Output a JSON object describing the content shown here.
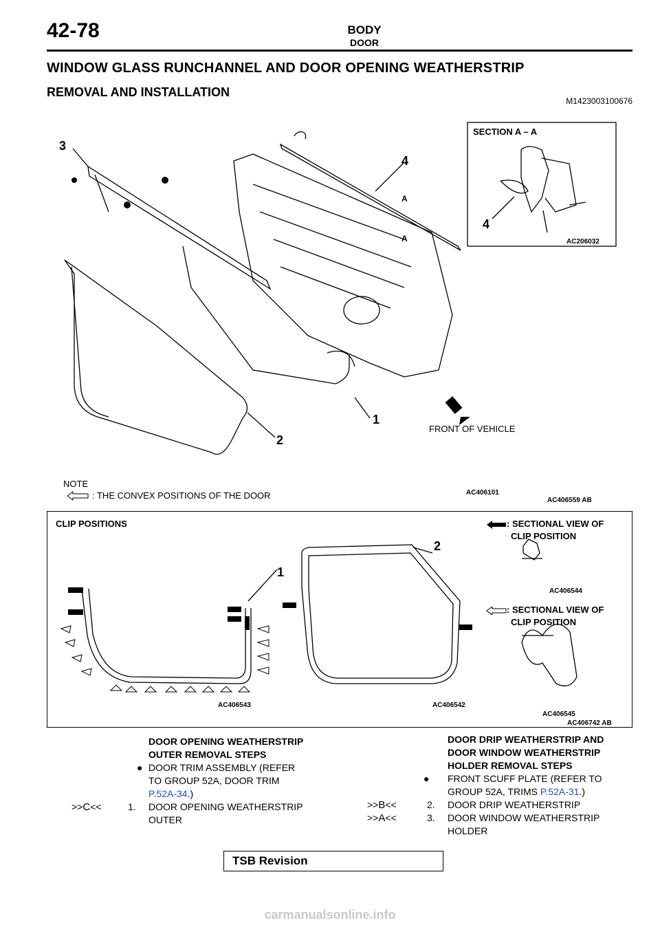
{
  "header": {
    "page_number": "42-78",
    "group": "BODY",
    "section": "DOOR"
  },
  "title": "WINDOW GLASS RUNCHANNEL AND DOOR OPENING WEATHERSTRIP",
  "subtitle": "REMOVAL AND INSTALLATION",
  "doc_id": "M1423003100676",
  "figure1": {
    "callouts": [
      "3",
      "4",
      "1",
      "2"
    ],
    "section_label": "SECTION A – A",
    "section_callout": "4",
    "section_code": "AC206032",
    "a_marks": [
      "A",
      "A"
    ],
    "front_label": "FRONT OF VEHICLE",
    "note_title": "NOTE",
    "note_text": ": THE CONVEX POSITIONS OF THE DOOR",
    "code_left": "AC406101",
    "code_right": "AC406559",
    "code_right_suffix": "AB"
  },
  "figure2": {
    "title": "CLIP POSITIONS",
    "legend1": ": SECTIONAL VIEW OF",
    "legend1b": "CLIP POSITION",
    "legend2": ": SECTIONAL VIEW OF",
    "legend2b": "CLIP POSITION",
    "code_clip1": "AC406544",
    "code_clip2": "AC406545",
    "code_left": "AC406543",
    "code_mid": "AC406542",
    "code_main": "AC406742",
    "code_main_suffix": "AB",
    "callout1": "1",
    "callout2": "2"
  },
  "left_steps": {
    "heading_line1": "DOOR OPENING WEATHERSTRIP",
    "heading_line2": "OUTER REMOVAL STEPS",
    "bullet_line1": "DOOR TRIM ASSEMBLY (REFER",
    "bullet_line2": "TO GROUP 52A, DOOR TRIM",
    "bullet_link": "P.52A-34",
    "bullet_tail": ".)",
    "step_marker_pre": ">>",
    "step_marker_letter": "C",
    "step_marker_post": "<<",
    "step_num": "1.",
    "step_line1": "DOOR OPENING WEATHERSTRIP",
    "step_line2": "OUTER"
  },
  "right_steps": {
    "heading_line1": "DOOR DRIP WEATHERSTRIP AND",
    "heading_line2": "DOOR WINDOW WEATHERSTRIP",
    "heading_line3": "HOLDER REMOVAL STEPS",
    "bullet_line1": "FRONT SCUFF PLATE (REFER TO",
    "bullet_line2_pre": "GROUP 52A, TRIMS ",
    "bullet_link": "P.52A-31",
    "bullet_tail": ".)",
    "step2_marker_pre": ">>",
    "step2_marker_letter": "B",
    "step2_marker_post": "<<",
    "step2_num": "2.",
    "step2_text": "DOOR DRIP WEATHERSTRIP",
    "step3_marker_pre": ">>",
    "step3_marker_letter": "A",
    "step3_marker_post": "<<",
    "step3_num": "3.",
    "step3_line1": "DOOR WINDOW WEATHERSTRIP",
    "step3_line2": "HOLDER"
  },
  "footer": {
    "tsb": "TSB Revision",
    "watermark": "carmanualsonline.info"
  }
}
